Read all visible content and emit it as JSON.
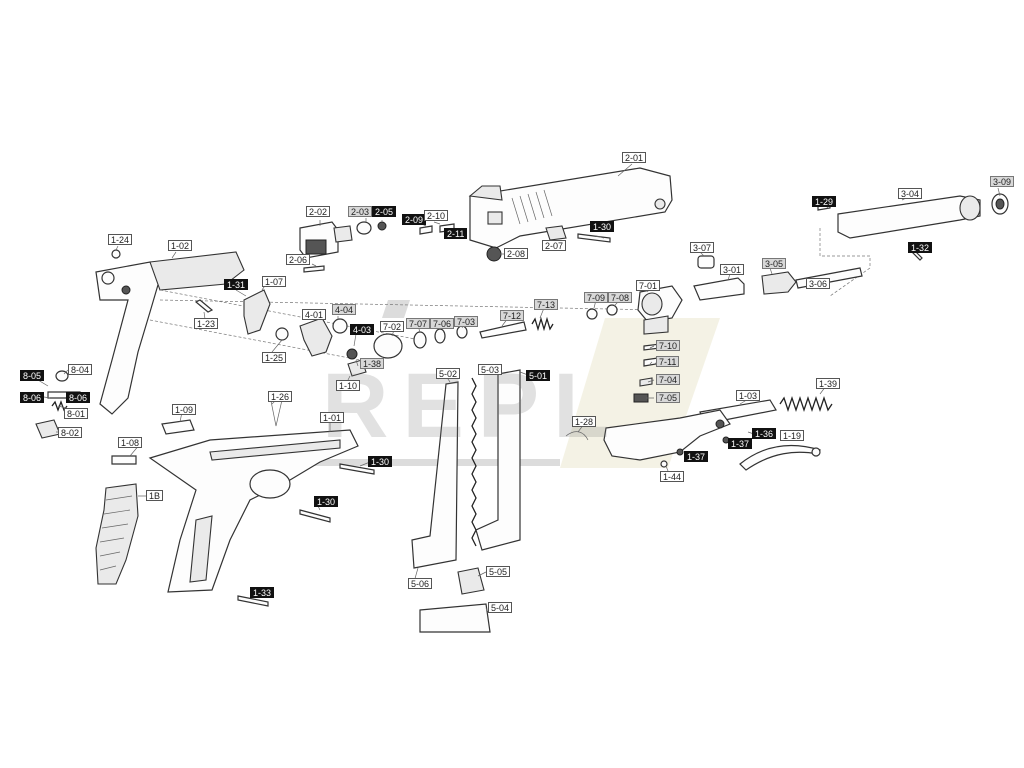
{
  "watermark": {
    "text": "REPL",
    "accent": "#d8d0a0",
    "gray": "#9a9a9a"
  },
  "labels": [
    {
      "id": "2-01",
      "style": "light"
    },
    {
      "id": "3-09",
      "style": "shade"
    },
    {
      "id": "1-29",
      "style": "dark"
    },
    {
      "id": "3-04",
      "style": "light"
    },
    {
      "id": "2-02",
      "style": "light"
    },
    {
      "id": "2-03",
      "style": "shade"
    },
    {
      "id": "2-05",
      "style": "dark"
    },
    {
      "id": "2-09",
      "style": "dark"
    },
    {
      "id": "2-10",
      "style": "light"
    },
    {
      "id": "2-11",
      "style": "dark"
    },
    {
      "id": "1-30",
      "style": "dark"
    },
    {
      "id": "1-32",
      "style": "dark"
    },
    {
      "id": "1-24",
      "style": "light"
    },
    {
      "id": "1-02",
      "style": "light"
    },
    {
      "id": "2-06",
      "style": "light"
    },
    {
      "id": "2-08",
      "style": "light"
    },
    {
      "id": "2-07",
      "style": "light"
    },
    {
      "id": "3-07",
      "style": "light"
    },
    {
      "id": "3-01",
      "style": "light"
    },
    {
      "id": "3-05",
      "style": "shade"
    },
    {
      "id": "3-06",
      "style": "light"
    },
    {
      "id": "1-31",
      "style": "dark"
    },
    {
      "id": "1-07",
      "style": "light"
    },
    {
      "id": "7-01",
      "style": "light"
    },
    {
      "id": "7-09",
      "style": "shade"
    },
    {
      "id": "7-08",
      "style": "shade"
    },
    {
      "id": "4-01",
      "style": "light"
    },
    {
      "id": "4-04",
      "style": "shade"
    },
    {
      "id": "7-13",
      "style": "shade"
    },
    {
      "id": "7-12",
      "style": "shade"
    },
    {
      "id": "7-03",
      "style": "shade"
    },
    {
      "id": "7-06",
      "style": "shade"
    },
    {
      "id": "7-07",
      "style": "shade"
    },
    {
      "id": "7-02",
      "style": "light"
    },
    {
      "id": "4-03",
      "style": "dark"
    },
    {
      "id": "1-23",
      "style": "light"
    },
    {
      "id": "1-25",
      "style": "light"
    },
    {
      "id": "1-38",
      "style": "shade"
    },
    {
      "id": "7-10",
      "style": "shade"
    },
    {
      "id": "7-11",
      "style": "shade"
    },
    {
      "id": "7-04",
      "style": "shade"
    },
    {
      "id": "7-05",
      "style": "shade"
    },
    {
      "id": "1-10",
      "style": "light"
    },
    {
      "id": "8-04",
      "style": "light"
    },
    {
      "id": "8-05",
      "style": "dark"
    },
    {
      "id": "8-06",
      "style": "dark"
    },
    {
      "id": "8-06",
      "style": "dark"
    },
    {
      "id": "8-01",
      "style": "light"
    },
    {
      "id": "8-02",
      "style": "light"
    },
    {
      "id": "5-02",
      "style": "light"
    },
    {
      "id": "5-03",
      "style": "light"
    },
    {
      "id": "5-01",
      "style": "dark"
    },
    {
      "id": "1-03",
      "style": "light"
    },
    {
      "id": "1-39",
      "style": "light"
    },
    {
      "id": "1-09",
      "style": "light"
    },
    {
      "id": "1-26",
      "style": "light"
    },
    {
      "id": "1-01",
      "style": "light"
    },
    {
      "id": "1-28",
      "style": "light"
    },
    {
      "id": "1-36",
      "style": "dark"
    },
    {
      "id": "1-37",
      "style": "dark"
    },
    {
      "id": "1-37",
      "style": "dark"
    },
    {
      "id": "1-19",
      "style": "light"
    },
    {
      "id": "1-08",
      "style": "light"
    },
    {
      "id": "1-30",
      "style": "dark"
    },
    {
      "id": "1-44",
      "style": "light"
    },
    {
      "id": "1B",
      "style": "light"
    },
    {
      "id": "1-30",
      "style": "dark"
    },
    {
      "id": "5-06",
      "style": "light"
    },
    {
      "id": "5-05",
      "style": "light"
    },
    {
      "id": "5-04",
      "style": "light"
    },
    {
      "id": "1-33",
      "style": "dark"
    }
  ]
}
